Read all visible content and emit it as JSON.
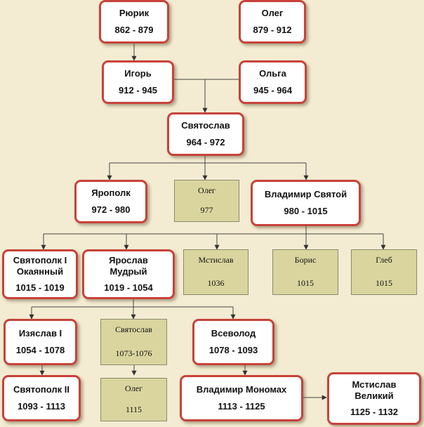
{
  "nodes": {
    "ryurik": {
      "name": [
        "Рюрик"
      ],
      "dates": "862 - 879",
      "style": "ruler"
    },
    "oleg1": {
      "name": [
        "Олег"
      ],
      "dates": "879 - 912",
      "style": "ruler"
    },
    "igor": {
      "name": [
        "Игорь"
      ],
      "dates": "912 - 945",
      "style": "ruler"
    },
    "olga": {
      "name": [
        "Ольга"
      ],
      "dates": "945 - 964",
      "style": "ruler"
    },
    "svyatoslav1": {
      "name": [
        "Святослав"
      ],
      "dates": "964 - 972",
      "style": "ruler"
    },
    "yaropolk": {
      "name": [
        "Ярополк"
      ],
      "dates": "972 - 980",
      "style": "ruler"
    },
    "oleg2": {
      "name": [
        "Олег"
      ],
      "dates": "977",
      "style": "minor"
    },
    "vladimir1": {
      "name": [
        "Владимир Святой"
      ],
      "dates": "980 - 1015",
      "style": "ruler"
    },
    "svyatopolk1": {
      "name": [
        "Святополк I",
        "Окаянный"
      ],
      "dates": "1015 - 1019",
      "style": "ruler"
    },
    "yaroslav": {
      "name": [
        "Ярослав",
        "Мудрый"
      ],
      "dates": "1019 - 1054",
      "style": "ruler"
    },
    "mstislav1": {
      "name": [
        "Мстислав"
      ],
      "dates": "1036",
      "style": "minor"
    },
    "boris": {
      "name": [
        "Борис"
      ],
      "dates": "1015",
      "style": "minor"
    },
    "gleb": {
      "name": [
        "Глеб"
      ],
      "dates": "1015",
      "style": "minor"
    },
    "izyaslav": {
      "name": [
        "Изяслав I"
      ],
      "dates": "1054 - 1078",
      "style": "ruler"
    },
    "svyatoslav2": {
      "name": [
        "Святослав"
      ],
      "dates": "1073-1076",
      "style": "minor"
    },
    "vsevolod": {
      "name": [
        "Всеволод"
      ],
      "dates": "1078 - 1093",
      "style": "ruler"
    },
    "svyatopolk2": {
      "name": [
        "Святополк II"
      ],
      "dates": "1093 - 1113",
      "style": "ruler"
    },
    "oleg3": {
      "name": [
        "Олег"
      ],
      "dates": "1115",
      "style": "minor"
    },
    "vladimir2": {
      "name": [
        "Владимир Мономах"
      ],
      "dates": "1113 - 1125",
      "style": "ruler"
    },
    "mstislav2": {
      "name": [
        "Мстислав",
        "Великий"
      ],
      "dates": "1125 - 1132",
      "style": "ruler"
    }
  },
  "colors": {
    "background": "#f3ecd2",
    "ruler_border": "#c8423a",
    "minor_fill": "#dad59e",
    "connector": "#333333"
  }
}
